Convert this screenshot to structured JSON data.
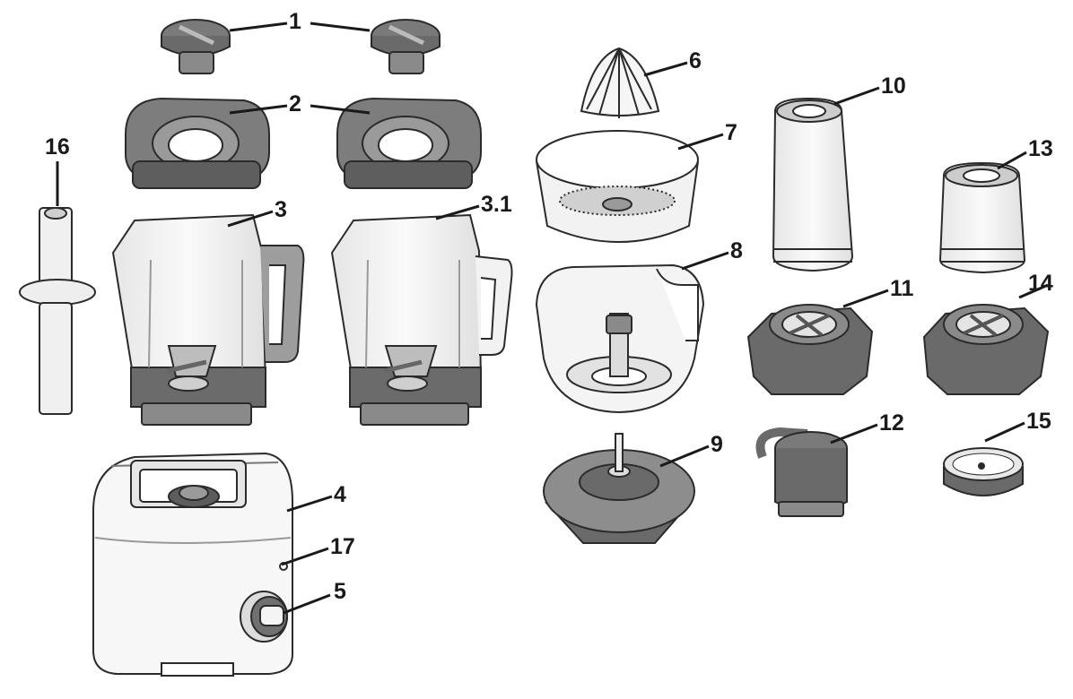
{
  "colors": {
    "outline": "#2b2b2b",
    "dark_grey": "#6d6d6d",
    "mid_grey": "#9a9a9a",
    "light_grey": "#d9d9d9",
    "glass": "#f2f2f2",
    "white": "#ffffff"
  },
  "labels": {
    "l1": "1",
    "l2": "2",
    "l3": "3",
    "l3_1": "3.1",
    "l4": "4",
    "l5": "5",
    "l6": "6",
    "l7": "7",
    "l8": "8",
    "l9": "9",
    "l10": "10",
    "l11": "11",
    "l12": "12",
    "l13": "13",
    "l14": "14",
    "l15": "15",
    "l16": "16",
    "l17": "17"
  }
}
